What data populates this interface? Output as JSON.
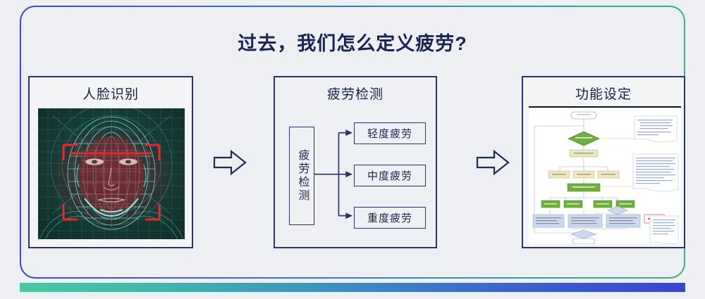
{
  "slide": {
    "title": "过去，我们怎么定义疲劳?",
    "background_color": "#edeff2",
    "frame_gradient_start": "#3f46c8",
    "frame_gradient_end": "#3bb089",
    "bottom_bar_gradient_start": "#4bc7a2",
    "bottom_bar_gradient_end": "#3b45cd"
  },
  "panels": [
    {
      "id": "face-recognition",
      "title": "人脸识别",
      "image_alt": "人脸识别",
      "image_colors": {
        "mesh": "#7fe9e2",
        "face_tint": "#8a2b33",
        "bracket": "#e03030",
        "background": "#163b36"
      }
    },
    {
      "id": "fatigue-detection",
      "title": "疲劳检测",
      "source_box": "疲劳检测",
      "outputs": [
        "轻度疲劳",
        "中度疲劳",
        "重度疲劳"
      ],
      "line_color": "#2b3464"
    },
    {
      "id": "function-setting",
      "title": "功能设定",
      "document_alt": "功能设定流程图",
      "document_colors": {
        "green": "#6aab3a",
        "yellow": "#e8d9a8",
        "blue": "#c3cfe6",
        "red": "#d03030",
        "line": "#8fa4c8"
      }
    }
  ],
  "arrows": [
    {
      "name": "arrow-1",
      "direction": "right",
      "color": "#222b52"
    },
    {
      "name": "arrow-2",
      "direction": "right",
      "color": "#222b52"
    }
  ]
}
